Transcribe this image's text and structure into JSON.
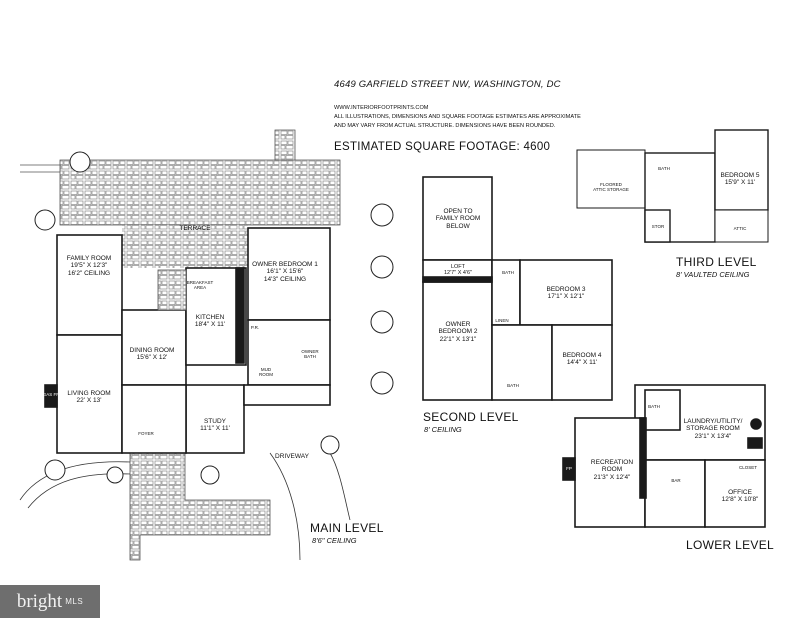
{
  "header": {
    "address": "4649 GARFIELD STREET NW, WASHINGTON, DC",
    "website": "WWW.INTERIORFOOTPRINTS.COM",
    "disclaimer_1": "ALL ILLUSTRATIONS, DIMENSIONS AND SQUARE FOOTAGE ESTIMATES ARE APPROXIMATE",
    "disclaimer_2": "AND MAY VARY FROM ACTUAL STRUCTURE. DIMENSIONS HAVE BEEN ROUNDED.",
    "square_footage": "ESTIMATED SQUARE FOOTAGE: 4600"
  },
  "main_level": {
    "title": "MAIN LEVEL",
    "ceiling": "8'6\" CEILING",
    "rooms": {
      "terrace": "TERRACE",
      "family_room": [
        "FAMILY ROOM",
        "19'5\" X 12'3\"",
        "16'2\" CEILING"
      ],
      "breakfast": [
        "BREAKFAST",
        "AREA"
      ],
      "kitchen": [
        "KITCHEN",
        "18'4\" X 11'"
      ],
      "owner_bedroom_1": [
        "OWNER BEDROOM 1",
        "16'1\" X 15'6\"",
        "14'3\" CEILING"
      ],
      "pr": "P.R.",
      "owner_bath": [
        "OWNER",
        "BATH"
      ],
      "dining_room": [
        "DINING ROOM",
        "15'6\" X 12'"
      ],
      "mud_room": [
        "MUD",
        "ROOM"
      ],
      "living_room": [
        "LIVING ROOM",
        "22' X 13'"
      ],
      "gas_fp": "GAS FP",
      "study": [
        "STUDY",
        "11'1\" X 11'"
      ],
      "foyer": "FOYER",
      "driveway": "DRIVEWAY"
    }
  },
  "second_level": {
    "title": "SECOND LEVEL",
    "ceiling": "8' CEILING",
    "rooms": {
      "open_to_family": [
        "OPEN TO",
        "FAMILY ROOM",
        "BELOW"
      ],
      "loft": [
        "LOFT",
        "12'7\" X 4'6\""
      ],
      "bath_1": "BATH",
      "bedroom_3": [
        "BEDROOM 3",
        "17'1\" X 12'1\""
      ],
      "linen": "LINEN",
      "owner_bedroom_2": [
        "OWNER",
        "BEDROOM 2",
        "22'1\" X 13'1\""
      ],
      "bedroom_4": [
        "BEDROOM 4",
        "14'4\" X 11'"
      ],
      "bath_2": "BATH"
    }
  },
  "third_level": {
    "title": "THIRD LEVEL",
    "ceiling": "8' VAULTED CEILING",
    "rooms": {
      "attic_storage": [
        "FLOORED",
        "ATTIC STORAGE"
      ],
      "bath": "BATH",
      "bedroom_5": [
        "BEDROOM 5",
        "15'9\" X 11'"
      ],
      "stor": "STOR",
      "attic": "ATTIC"
    }
  },
  "lower_level": {
    "title": "LOWER LEVEL",
    "rooms": {
      "bath": "BATH",
      "laundry": [
        "LAUNDRY/UTILITY/",
        "STORAGE ROOM",
        "23'1\" X 13'4\""
      ],
      "recreation_room": [
        "RECREATION",
        "ROOM",
        "21'3\" X 12'4\""
      ],
      "fp": "FP",
      "bar": "BAR",
      "closet": "CLOSET",
      "office": [
        "OFFICE",
        "12'8\" X 10'8\""
      ]
    }
  },
  "logo": {
    "brand": "bright",
    "suffix": "MLS"
  },
  "colors": {
    "line": "#1a1a1a",
    "stone": "#8a8a8a",
    "logo_bg": "#6e6e6e"
  }
}
